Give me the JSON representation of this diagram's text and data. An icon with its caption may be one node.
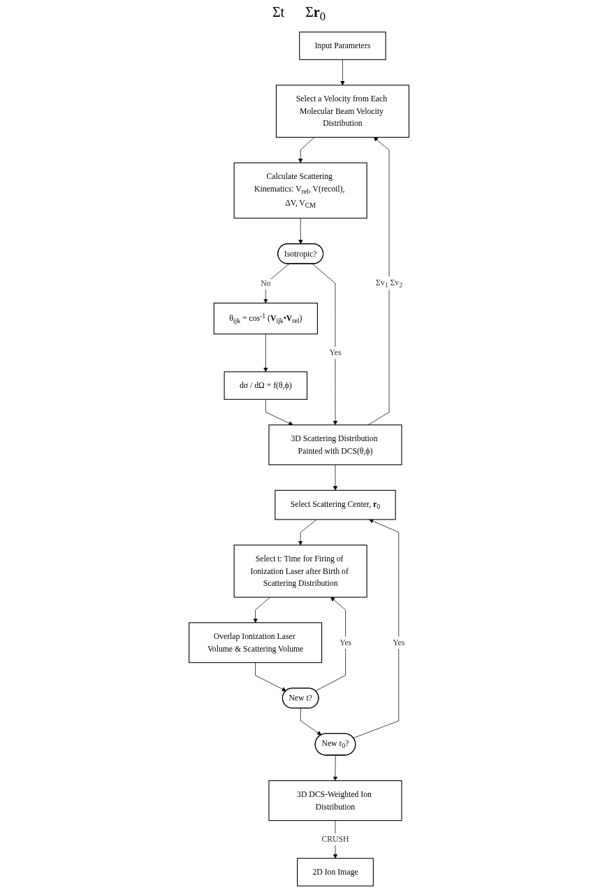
{
  "diagram": {
    "nodes": [
      {
        "text": [
          "Input Parameters"
        ]
      },
      {
        "text": [
          "Select a Velocity from Each Molecular Beam Velocity Distribution"
        ]
      },
      {
        "text": [
          "Calculate Scattering Kinematics: V$_{rel}$, V(recoil), ΔV, V$_{CM}$"
        ]
      },
      {
        "text": [
          "Isotropic?"
        ]
      },
      {
        "text": [
          "θ$_{ijk}$ = cos$^{-1}$ (**V**$_{ijk}$•**V**$_{rel}$)"
        ]
      },
      {
        "text": [
          "dσ / dΩ = f(θ,ϕ)"
        ]
      },
      {
        "text": [
          "3D Scattering Distribution Painted with DCS(θ,ϕ)"
        ]
      },
      {
        "text": [
          "Select Scattering Center, **r**$_{0}$"
        ]
      },
      {
        "text": [
          "Select t: Time for Firing of Ionization Laser after Birth of Scattering Distribution"
        ]
      },
      {
        "text": [
          "Overlap Ionization Laser Volume & Scattering Volume"
        ]
      },
      {
        "text": [
          "New t?"
        ]
      },
      {
        "text": [
          "New r$_{0}$?"
        ]
      },
      {
        "text": [
          "3D DCS-Weighted Ion Distribution"
        ]
      },
      {
        "text": [
          "2D Ion Image"
        ]
      }
    ],
    "edges": [
      {
        "from": 0,
        "to": 1,
        "arrow": "to"
      },
      {
        "from": 1,
        "to": 2,
        "arrow": "to"
      },
      {
        "from": 2,
        "to": 3,
        "arrow": "to"
      },
      {
        "from": 3,
        "to": 4,
        "arrow": "to",
        "label": "No"
      },
      {
        "from": 4,
        "to": 5,
        "arrow": "to"
      },
      {
        "from": 5,
        "to": 6,
        "arrow": "to"
      },
      {
        "from": 3,
        "to": 6,
        "arrow": "to",
        "label": "Yes"
      },
      {
        "from": 6,
        "to": 1,
        "arrow": "to",
        "label": "Σv$_{1}$ Σv$_{2}$"
      },
      {
        "from": 6,
        "to": 7,
        "arrow": "to"
      },
      {
        "from": 7,
        "to": 8,
        "arrow": "to"
      },
      {
        "from": 8,
        "to": 9,
        "arrow": "to"
      },
      {
        "from": 9,
        "to": 10,
        "arrow": "to"
      },
      {
        "from": 10,
        "to": 8,
        "arrow": "to",
        "label": "Yes"
      },
      {
        "from": 10,
        "to": 11,
        "arrow": "to"
      },
      {
        "from": 11,
        "to": 7,
        "arrow": "to",
        "label": "Yes"
      },
      {
        "from": 11,
        "to": 12,
        "arrow": "to"
      },
      {
        "from": 12,
        "to": 13,
        "arrow": "to",
        "label": "CRUSH"
      }
    ],
    "labels": [
      "Σt",
      "Σ**r**$_{0}$"
    ]
  }
}
